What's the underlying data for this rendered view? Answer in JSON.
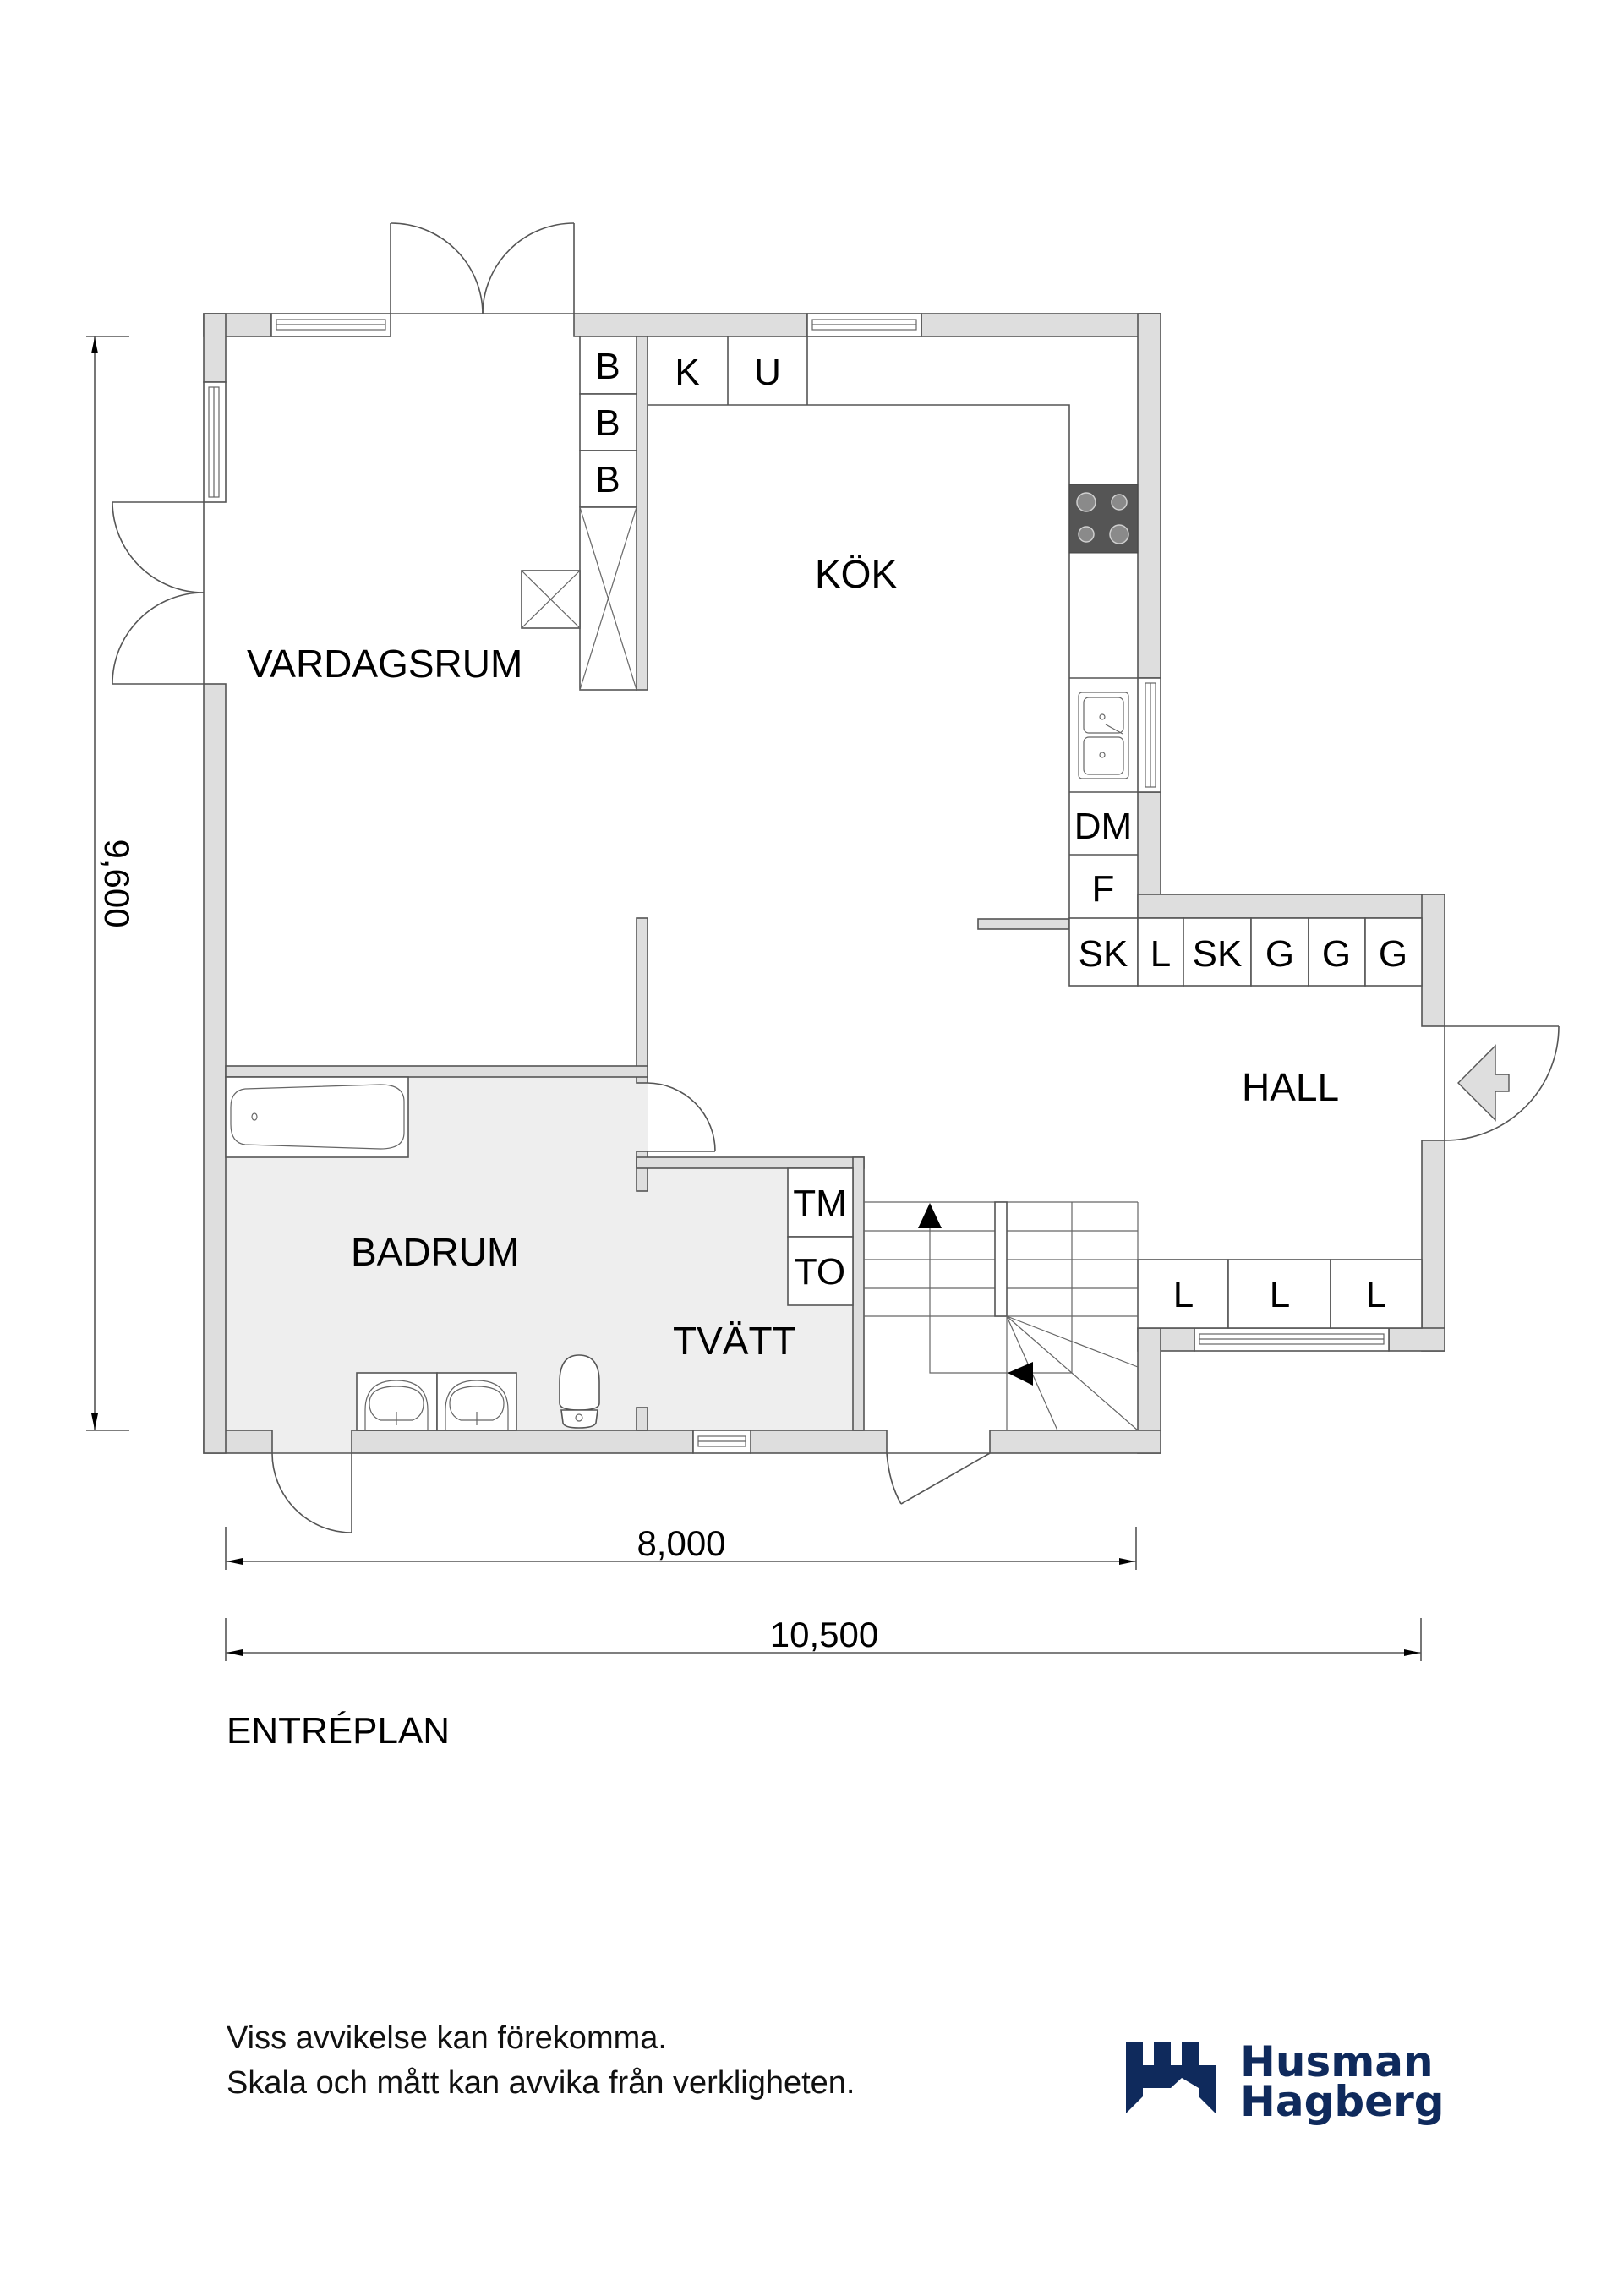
{
  "plan": {
    "title": "ENTRÉPLAN",
    "rooms": {
      "vardagsrum": "VARDAGSRUM",
      "kok": "KÖK",
      "hall": "HALL",
      "badrum": "BADRUM",
      "tvatt": "TVÄTT"
    },
    "cabinets": {
      "living_storage": [
        "B",
        "B",
        "B"
      ],
      "kitchen_top": [
        "K",
        "U"
      ],
      "kitchen_side": [
        "DM",
        "F"
      ],
      "hall_top": [
        "SK",
        "L",
        "SK",
        "G",
        "G",
        "G"
      ],
      "hall_bottom": [
        "L",
        "L",
        "L"
      ],
      "laundry": [
        "TM",
        "TO"
      ]
    },
    "dimensions": {
      "height": "9,600",
      "width_inner": "8,000",
      "width_total": "10,500"
    },
    "icons": {
      "stove": "stove-icon",
      "sink": "kitchen-sink-icon",
      "bathtub": "bathtub-icon",
      "washbasins": "washbasin-icon",
      "toilet": "toilet-icon",
      "stairs": "stairs-icon",
      "entrance": "entrance-arrow-icon",
      "fireplace": "fireplace-icon"
    }
  },
  "footer": {
    "disclaimer_line1": "Viss avvikelse kan förekomma.",
    "disclaimer_line2": "Skala och mått kan avvika från verkligheten."
  },
  "logo": {
    "line1": "Husman",
    "line2": "Hagberg",
    "color": "#0f2a5c"
  }
}
